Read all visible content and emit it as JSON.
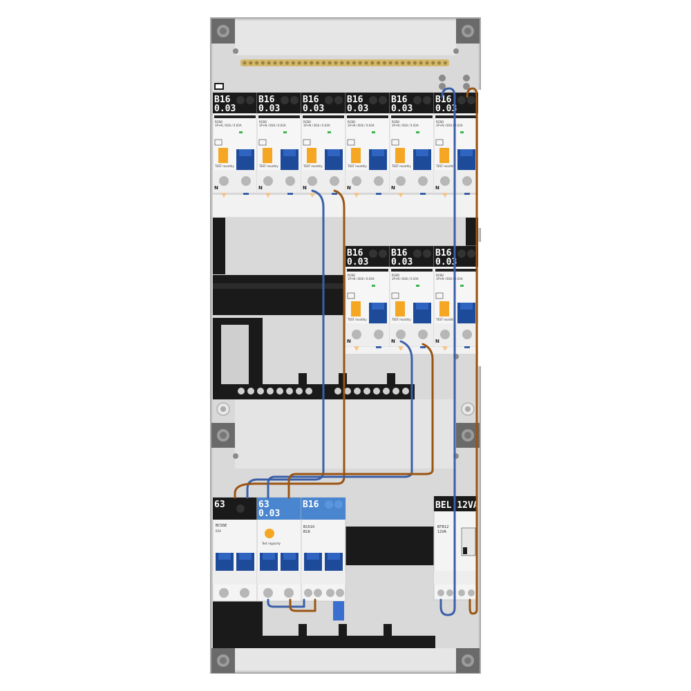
{
  "breakers": {
    "row1": [
      {
        "rating": "B16",
        "sensitivity": "0.03",
        "model": "RCBO",
        "spec": "1P+N / B16 / 0.03A",
        "test": "TEST monthly",
        "neutral": "N"
      },
      {
        "rating": "B16",
        "sensitivity": "0.03",
        "model": "RCBO",
        "spec": "1P+N / B16 / 0.03A",
        "test": "TEST monthly",
        "neutral": "N"
      },
      {
        "rating": "B16",
        "sensitivity": "0.03",
        "model": "RCBO",
        "spec": "1P+N / B16 / 0.03A",
        "test": "TEST monthly",
        "neutral": "N"
      },
      {
        "rating": "B16",
        "sensitivity": "0.03",
        "model": "RCBO",
        "spec": "1P+N / B16 / 0.03A",
        "test": "TEST monthly",
        "neutral": "N"
      },
      {
        "rating": "B16",
        "sensitivity": "0.03",
        "model": "RCBO",
        "spec": "1P+N / B16 / 0.03A",
        "test": "TEST monthly",
        "neutral": "N"
      },
      {
        "rating": "B16",
        "sensitivity": "0.03",
        "model": "RCBO",
        "spec": "1P+N / B16 / 0.03A",
        "test": "TEST monthly",
        "neutral": "N"
      }
    ],
    "row2": [
      {
        "rating": "B16",
        "sensitivity": "0.03",
        "model": "RCBO",
        "spec": "1P+N / B16 / 0.03A",
        "test": "TEST monthly",
        "neutral": "N"
      },
      {
        "rating": "B16",
        "sensitivity": "0.03",
        "model": "RCBO",
        "spec": "1P+N / B16 / 0.03A",
        "test": "TEST monthly",
        "neutral": "N"
      },
      {
        "rating": "B16",
        "sensitivity": "0.03",
        "model": "RCBO",
        "spec": "1P+N / B16 / 0.03A",
        "test": "TEST monthly",
        "neutral": "N"
      }
    ]
  },
  "bottom_row": {
    "main_switch": {
      "rating": "63"
    },
    "rcd": {
      "rating": "63",
      "sensitivity": "0.03",
      "test": "Test regularly"
    },
    "mcb": {
      "rating": "B16",
      "model": "B1510",
      "sub": "B16"
    },
    "bell": {
      "label": "BEL 12VA",
      "model": "BTR12",
      "sub": "12VA"
    }
  },
  "colors": {
    "neutral_wire": "#3a5fa8",
    "live_wire": "#9a5410",
    "rcd_header": "#4a86d0",
    "breaker_header": "#1a1a1a",
    "handle_blue": "#1e4a9a",
    "test_orange": "#f5a623",
    "busbar_brass": "#d4b86a"
  }
}
